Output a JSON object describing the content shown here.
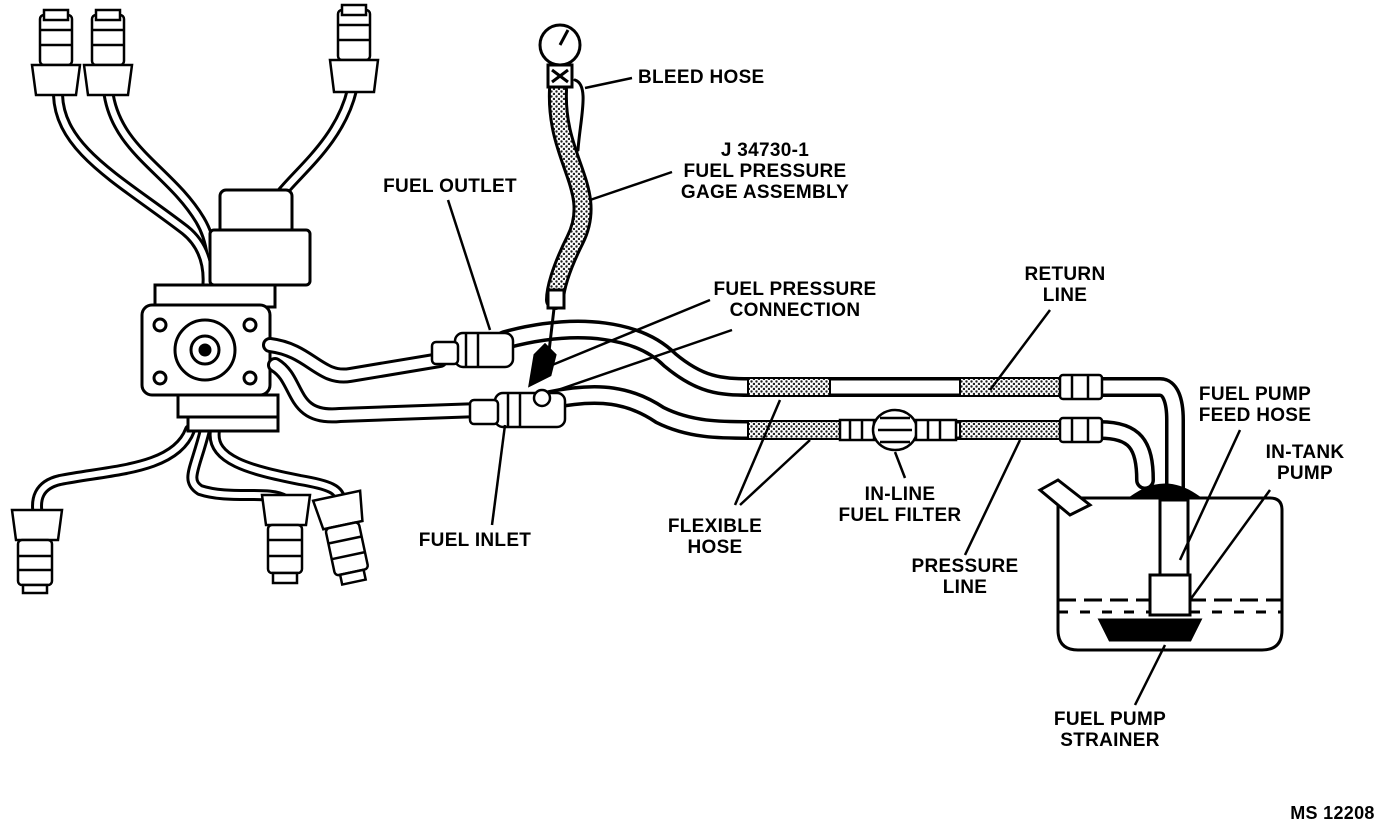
{
  "labels": {
    "bleed_hose": [
      "BLEED HOSE"
    ],
    "gage_assembly": [
      "J 34730-1",
      "FUEL PRESSURE",
      "GAGE ASSEMBLY"
    ],
    "fuel_outlet": [
      "FUEL OUTLET"
    ],
    "fuel_pressure_connection": [
      "FUEL PRESSURE",
      "CONNECTION"
    ],
    "return_line": [
      "RETURN",
      "LINE"
    ],
    "fuel_pump_feed_hose": [
      "FUEL PUMP",
      "FEED HOSE"
    ],
    "in_tank_pump": [
      "IN-TANK",
      "PUMP"
    ],
    "fuel_inlet": [
      "FUEL INLET"
    ],
    "flexible_hose": [
      "FLEXIBLE",
      "HOSE"
    ],
    "in_line_fuel_filter": [
      "IN-LINE",
      "FUEL FILTER"
    ],
    "pressure_line": [
      "PRESSURE",
      "LINE"
    ],
    "fuel_pump_strainer": [
      "FUEL PUMP",
      "STRAINER"
    ],
    "figure_id": [
      "MS 12208"
    ]
  },
  "colors": {
    "ink": "#000000",
    "paper": "#ffffff",
    "hatch": "#333333"
  }
}
